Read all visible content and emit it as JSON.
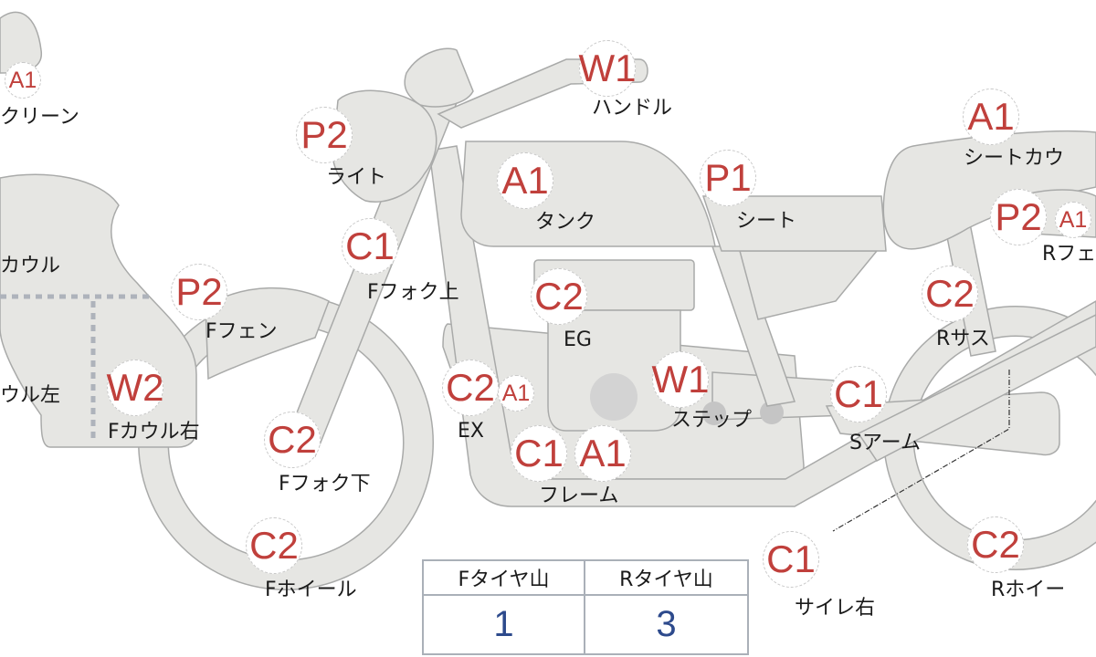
{
  "parts": [
    {
      "name": "screen",
      "grade": "A1",
      "label": "クリーン"
    },
    {
      "name": "light",
      "grade": "P2",
      "label": "ライト"
    },
    {
      "name": "handle",
      "grade": "W1",
      "label": "ハンドル"
    },
    {
      "name": "tank",
      "grade": "A1",
      "label": "タンク"
    },
    {
      "name": "seat",
      "grade": "P1",
      "label": "シート"
    },
    {
      "name": "seat-cowl",
      "grade": "A1",
      "label": "シートカウ"
    },
    {
      "name": "rear-fender",
      "grade": "P2",
      "grade2": "A1",
      "label": "Rフェ"
    },
    {
      "name": "front-cowl",
      "label": "カウル"
    },
    {
      "name": "front-fork-upper",
      "grade": "C1",
      "label": "Fフォク上"
    },
    {
      "name": "front-fender",
      "grade": "P2",
      "label": "Fフェン"
    },
    {
      "name": "engine",
      "grade": "C2",
      "label": "EG"
    },
    {
      "name": "rear-suspension",
      "grade": "C2",
      "label": "Rサス"
    },
    {
      "name": "front-cowl-right",
      "grade": "W2",
      "label": "Fカウル右"
    },
    {
      "name": "front-cowl-left",
      "label": "ウル左"
    },
    {
      "name": "exhaust",
      "grade": "C2",
      "grade2": "A1",
      "label": "EX"
    },
    {
      "name": "step",
      "grade": "W1",
      "label": "ステップ"
    },
    {
      "name": "swing-arm",
      "grade": "C1",
      "label": "Sアーム"
    },
    {
      "name": "front-fork-lower",
      "grade": "C2",
      "label": "Fフォク下"
    },
    {
      "name": "frame",
      "grade": "C1",
      "grade2": "A1",
      "label": "フレーム"
    },
    {
      "name": "front-wheel",
      "grade": "C2",
      "label": "Fホイール"
    },
    {
      "name": "silencer-right",
      "grade": "C1",
      "label": "サイレ右"
    },
    {
      "name": "rear-wheel",
      "grade": "C2",
      "label": "Rホイー"
    }
  ],
  "tire_table": {
    "headers": [
      "Fタイヤ山",
      "Rタイヤ山"
    ],
    "values": [
      "1",
      "3"
    ]
  },
  "colors": {
    "grade": "#c0403c",
    "value": "#2d4a8c",
    "part": "#e6e6e3"
  }
}
